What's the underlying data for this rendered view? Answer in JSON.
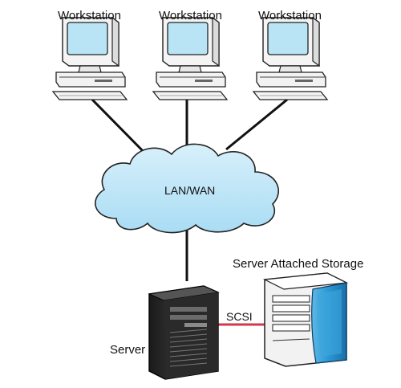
{
  "labels": {
    "workstation_1": "Workstation",
    "workstation_2": "Workstation",
    "workstation_3": "Workstation",
    "network": "LAN/WAN",
    "storage": "Server Attached Storage",
    "link": "SCSI",
    "server": "Server"
  },
  "colors": {
    "screen": "#b9e4f5",
    "cloud": "#bfe6f8",
    "storage_accent": "#2a96d2",
    "scsi_link": "#d03a4c"
  }
}
